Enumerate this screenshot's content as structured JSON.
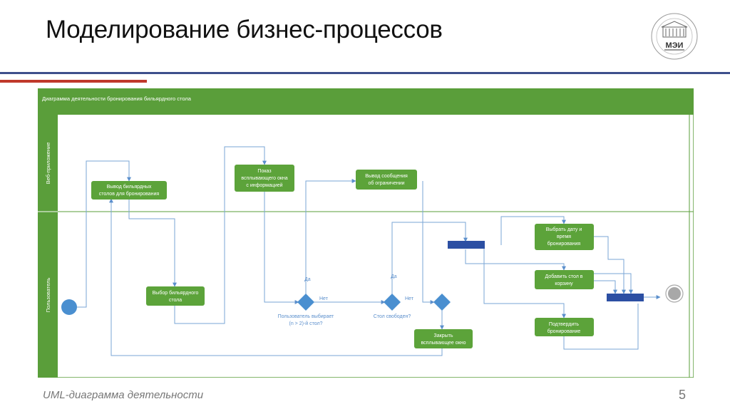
{
  "slide": {
    "title": "Моделирование бизнес-процессов",
    "footer": "UML-диаграмма деятельности",
    "page_number": "5",
    "logo_text": "МЭИ"
  },
  "diagram": {
    "header": "Диаграмма деятельности бронирования бильярдного стола",
    "lanes": {
      "web": "Веб-приложение",
      "user": "Пользователь"
    },
    "actions": {
      "show_tables": [
        "Вывод бильярдных",
        "столов для бронирования"
      ],
      "show_popup": [
        "Показ",
        "всплывающего окна",
        "с информацией"
      ],
      "show_limit": [
        "Вывод сообщения",
        "об ограничении"
      ],
      "choose_table": [
        "Выбор бильярдного",
        "стола"
      ],
      "choose_date": [
        "Выбрать дату и",
        "время",
        "бронирования"
      ],
      "add_to_cart": [
        "Добавить стол в",
        "корзину"
      ],
      "confirm": [
        "Подтвердить",
        "бронирование"
      ],
      "close_popup": [
        "Закрыть",
        "всплывающее окно"
      ]
    },
    "decisions": {
      "user_choice": [
        "Пользователь выбирает",
        "(n > 2)-й стол?"
      ],
      "table_free": "Стол свободен?"
    },
    "guards": {
      "yes": "Да",
      "no": "Нет"
    },
    "colors": {
      "lane_green": "#5a9e3a",
      "action_green": "#5ca33a",
      "decision_blue": "#4a8fd0",
      "bar_blue": "#2c4fa3",
      "arrow": "#7aa6d6",
      "final_gray": "#a8a8a8"
    }
  }
}
